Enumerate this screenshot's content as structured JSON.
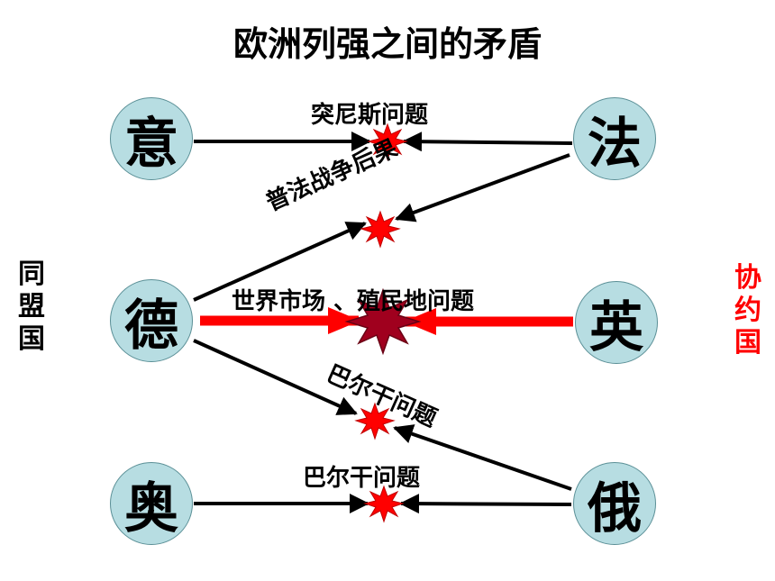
{
  "title": "欧洲列强之间的矛盾",
  "alliances": {
    "left": {
      "chars": [
        "同",
        "盟",
        "国"
      ],
      "color": "#000000"
    },
    "right": {
      "chars": [
        "协",
        "约",
        "国"
      ],
      "color": "#ff0000"
    }
  },
  "countries": {
    "italy": "意",
    "france": "法",
    "germany": "德",
    "britain": "英",
    "austria": "奥",
    "russia": "俄"
  },
  "conflicts": {
    "tunisia": "突尼斯问题",
    "franco_prussian": "普法战争后果",
    "market_colony": "世界市场 、殖民地问题",
    "balkans_1": "巴尔干问题",
    "balkans_2": "巴尔干问题"
  },
  "colors": {
    "node_fill": "#b7dde2",
    "arrow_black": "#000000",
    "arrow_red": "#ff0000",
    "burst_red": "#ff0000",
    "burst_dark": "#a0001e"
  }
}
